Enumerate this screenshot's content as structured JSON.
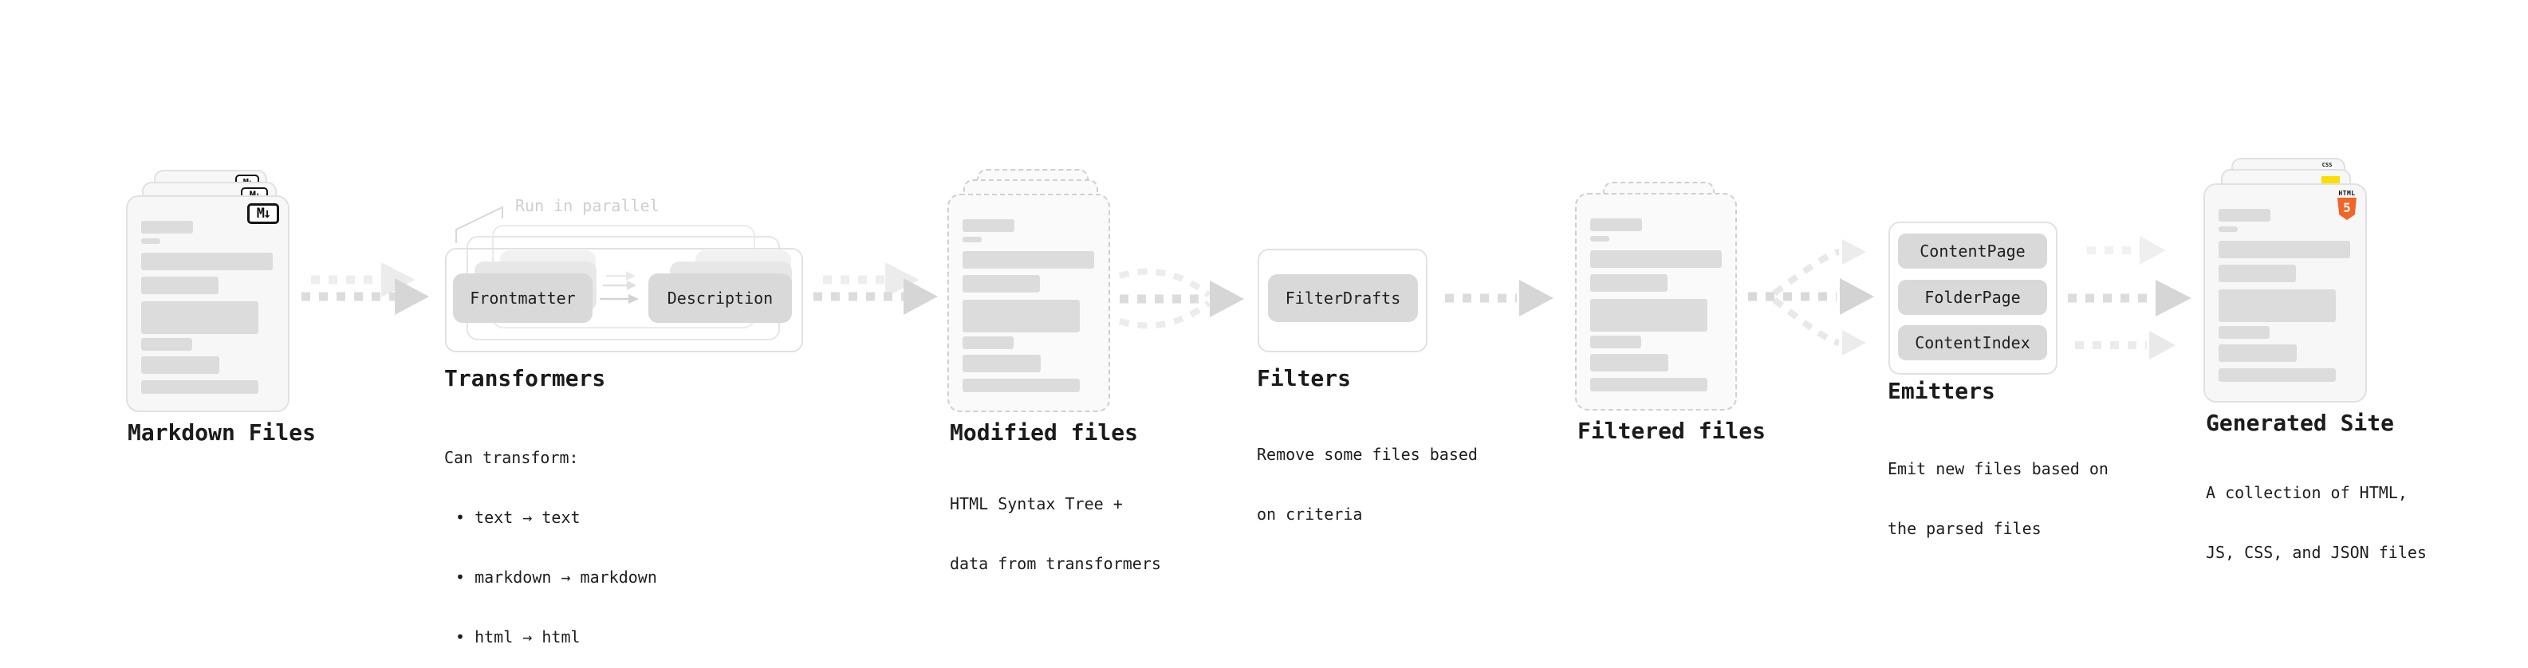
{
  "markdown_files": {
    "label": "Markdown Files",
    "badge": "M↓"
  },
  "transformers": {
    "annotation": "Run in parallel",
    "step_a": "Frontmatter",
    "step_b": "Description",
    "label": "Transformers",
    "desc_line1": "Can transform:",
    "bullets": [
      "• text → text",
      "• markdown → markdown",
      "• html → html"
    ]
  },
  "modified_files": {
    "label": "Modified files",
    "desc_line1": "HTML Syntax Tree +",
    "desc_line2": "data from transformers"
  },
  "filters": {
    "button": "FilterDrafts",
    "label": "Filters",
    "desc_line1": "Remove some files based",
    "desc_line2": "on criteria"
  },
  "filtered_files": {
    "label": "Filtered files"
  },
  "emitters": {
    "buttons": [
      "ContentPage",
      "FolderPage",
      "ContentIndex"
    ],
    "label": "Emitters",
    "desc_line1": "Emit new files based on",
    "desc_line2": "the parsed files"
  },
  "generated_site": {
    "label": "Generated Site",
    "desc_line1": "A collection of HTML,",
    "desc_line2": "JS, CSS, and JSON files",
    "html_badge_word": "HTML",
    "html_badge_number": "5",
    "css_badge_word": "CSS"
  },
  "colors": {
    "html5_orange": "#f16529",
    "js_yellow": "#ffdd00",
    "css_blue": "#2a6df5"
  }
}
